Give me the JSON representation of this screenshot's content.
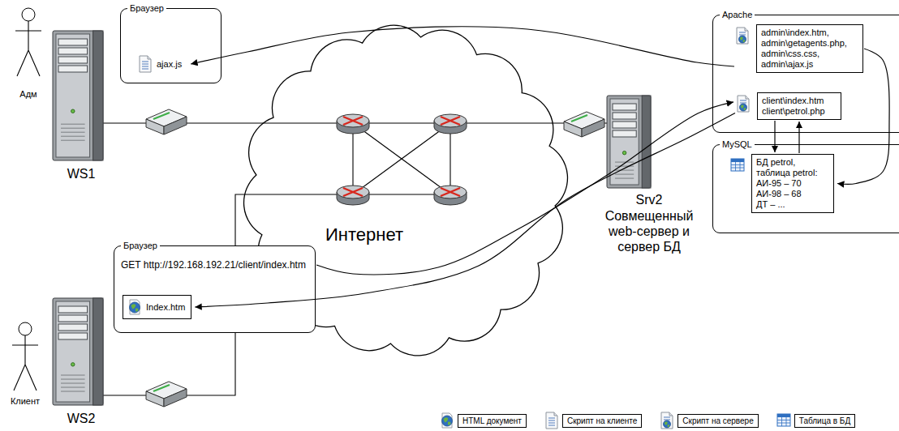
{
  "diagram": {
    "nodes": [
      {
        "text": [
          "Браузер"
        ]
      },
      {
        "text": [
          "ajax.js"
        ],
        "in": 0
      },
      {
        "text": [
          "Браузер",
          "GET http://192.168.192.21/client/index.htm"
        ]
      },
      {
        "text": [
          "Index.htm"
        ],
        "in": 2
      },
      {
        "text": [
          "Apache"
        ]
      },
      {
        "text": [
          "admin\\index.htm, admin\\getagents.php, admin\\css.css, admin\\ajax.js"
        ],
        "in": 4
      },
      {
        "text": [
          "client\\index.htm client\\petrol.php"
        ],
        "in": 4
      },
      {
        "text": [
          "MySQL"
        ]
      },
      {
        "text": [
          "БД petrol, таблица petrol:",
          "АИ-95 – 70",
          "АИ-98 – 68",
          "ДТ – ..."
        ],
        "in": 7
      }
    ],
    "edges": [
      {
        "from": 5,
        "to": 1,
        "arrow": "to"
      },
      {
        "from": 2,
        "to": 6,
        "arrow": "to"
      },
      {
        "from": 6,
        "to": 3,
        "arrow": "to"
      },
      {
        "from": 6,
        "to": 8,
        "arrow": "to"
      },
      {
        "from": 8,
        "to": 6,
        "arrow": "to"
      },
      {
        "from": 5,
        "to": 8,
        "arrow": "to"
      }
    ],
    "labels": [
      "Адм",
      "WS1",
      "Клиент",
      "WS2",
      "Интернет",
      "Srv2",
      "Совмещенный web-сервер и сервер БД"
    ],
    "legend": [
      {
        "text": "HTML документ"
      },
      {
        "text": "Скрипт на клиенте"
      },
      {
        "text": "Скрипт на сервере"
      },
      {
        "text": "Таблица в БД"
      }
    ]
  }
}
